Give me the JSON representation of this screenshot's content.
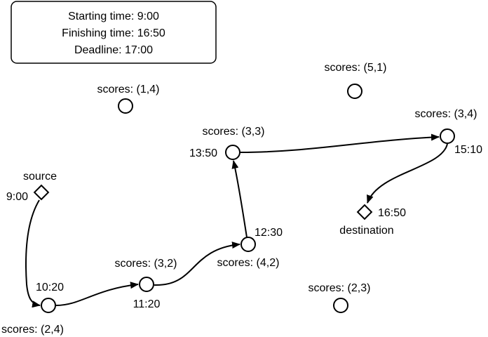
{
  "info": {
    "start": "Starting time: 9:00",
    "finish": "Finishing time: 16:50",
    "deadline": "Deadline: 17:00"
  },
  "nodes": {
    "source": {
      "name": "source",
      "time": "9:00"
    },
    "destination": {
      "name": "destination",
      "time": "16:50"
    },
    "n24": {
      "scores": "scores: (2,4)",
      "time": "10:20"
    },
    "n32": {
      "scores": "scores: (3,2)",
      "time": "11:20"
    },
    "n42": {
      "scores": "scores: (4,2)",
      "time": "12:30"
    },
    "n33": {
      "scores": "scores: (3,3)",
      "time": "13:50"
    },
    "n34": {
      "scores": "scores: (3,4)",
      "time": "15:10"
    },
    "n14": {
      "scores": "scores: (1,4)"
    },
    "n51": {
      "scores": "scores: (5,1)"
    },
    "n23": {
      "scores": "scores: (2,3)"
    }
  }
}
